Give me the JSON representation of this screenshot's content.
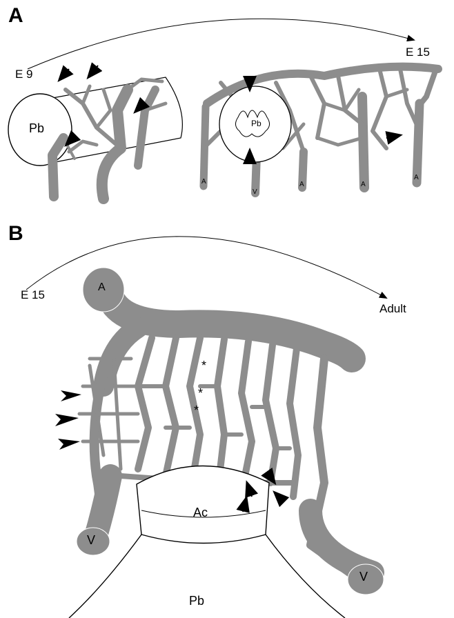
{
  "panel_a": {
    "letter": "A",
    "stage_start": "E 9",
    "stage_end": "E 15",
    "pb_left": "Pb",
    "pb_right": "Pb",
    "vessel_marks": [
      "A",
      "V",
      "A",
      "A",
      "A"
    ]
  },
  "panel_b": {
    "letter": "B",
    "stage_start": "E 15",
    "stage_end": "Adult",
    "ac_label": "Ac",
    "pb_label": "Pb",
    "artery_mark": "A",
    "vein_mark_left": "V",
    "vein_mark_right": "V",
    "asterisks": [
      "*",
      "*",
      "*"
    ]
  },
  "colors": {
    "vessel": "#8d8d8d",
    "outline": "#000000",
    "background": "#ffffff"
  }
}
